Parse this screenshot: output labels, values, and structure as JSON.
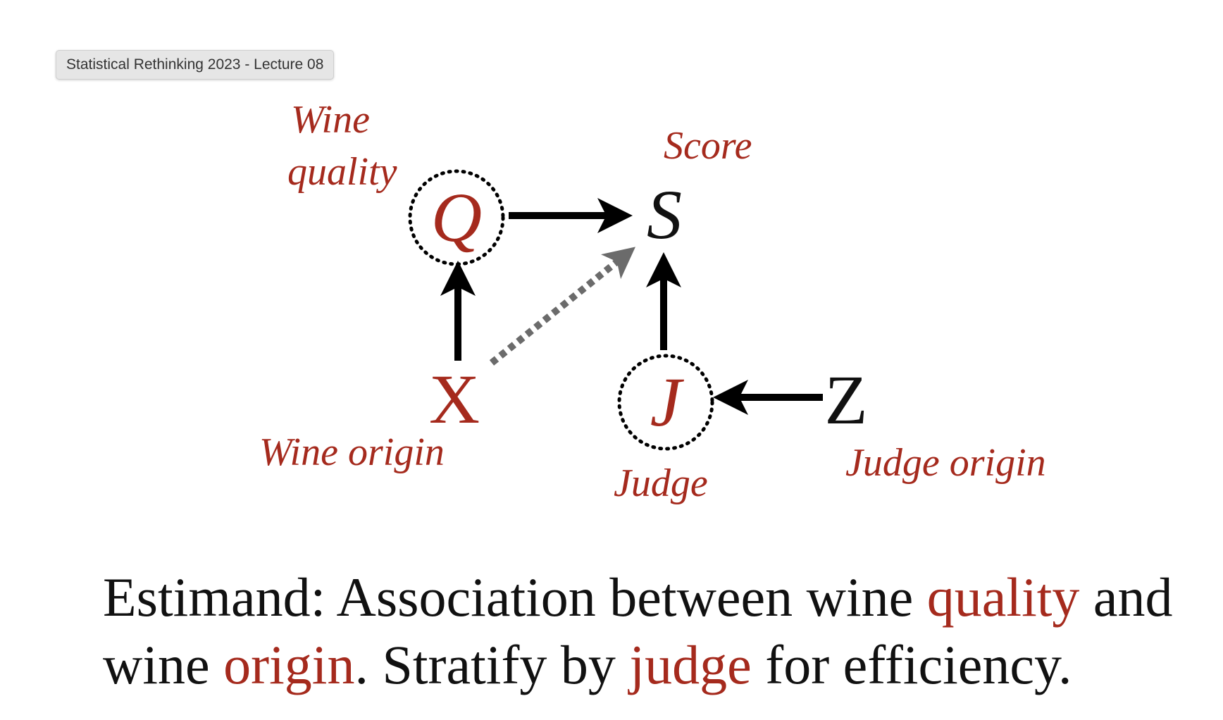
{
  "window": {
    "title": "Statistical Rethinking 2023 - Lecture 08"
  },
  "colors": {
    "accent": "#a52a1d",
    "text": "#111111",
    "dashed_arrow": "#6b6b6b"
  },
  "diagram": {
    "nodes": {
      "Q": {
        "symbol": "Q",
        "label_line1": "Wine",
        "label_line2": "quality"
      },
      "S": {
        "symbol": "S",
        "label": "Score"
      },
      "X": {
        "symbol": "X",
        "label": "Wine origin"
      },
      "J": {
        "symbol": "J",
        "label": "Judge"
      },
      "Z": {
        "symbol": "Z",
        "label": "Judge origin"
      }
    },
    "edges": [
      {
        "from": "Q",
        "to": "S",
        "style": "solid"
      },
      {
        "from": "X",
        "to": "Q",
        "style": "solid"
      },
      {
        "from": "X",
        "to": "S",
        "style": "dotted"
      },
      {
        "from": "J",
        "to": "S",
        "style": "solid"
      },
      {
        "from": "Z",
        "to": "J",
        "style": "solid"
      }
    ],
    "unobserved": [
      "Q",
      "J"
    ]
  },
  "caption": {
    "l1_a": "Estimand: Association between wine ",
    "l1_b": "quality",
    "l1_c": " and",
    "l2_a": "wine ",
    "l2_b": "origin",
    "l2_c": ". Stratify by ",
    "l2_d": "judge",
    "l2_e": " for efficiency."
  }
}
